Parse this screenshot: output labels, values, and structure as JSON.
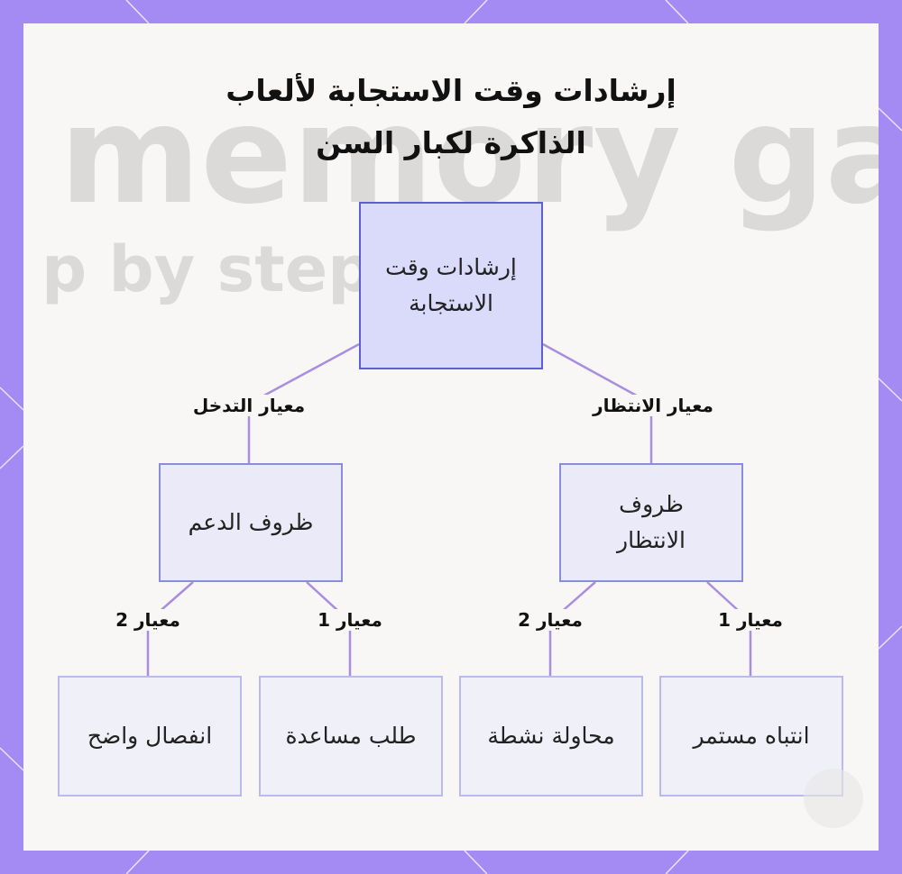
{
  "title": {
    "line1": "إرشادات وقت الاستجابة لألعاب",
    "line2": "الذاكرة لكبار السن"
  },
  "background_text": {
    "line1": "memory games",
    "line2": "p by step wi"
  },
  "nodes": {
    "root": "إرشادات وقت الاستجابة",
    "waiting": "ظروف الانتظار",
    "support": "ظروف الدعم",
    "continuous_attention": "انتباه مستمر",
    "active_attempt": "محاولة نشطة",
    "ask_help": "طلب مساعدة",
    "clear_disengagement": "انفصال واضح"
  },
  "edge_labels": {
    "waiting_criterion": "معيار الانتظار",
    "intervention_criterion": "معيار التدخل",
    "criterion1_right": "معيار 1",
    "criterion2_right": "معيار 2",
    "criterion1_left": "معيار 1",
    "criterion2_left": "معيار 2"
  },
  "colors": {
    "frame": "#a48bf4",
    "root_fill": "#dadbfa",
    "root_border": "#5d5fd0",
    "connector": "#a98ee0"
  }
}
